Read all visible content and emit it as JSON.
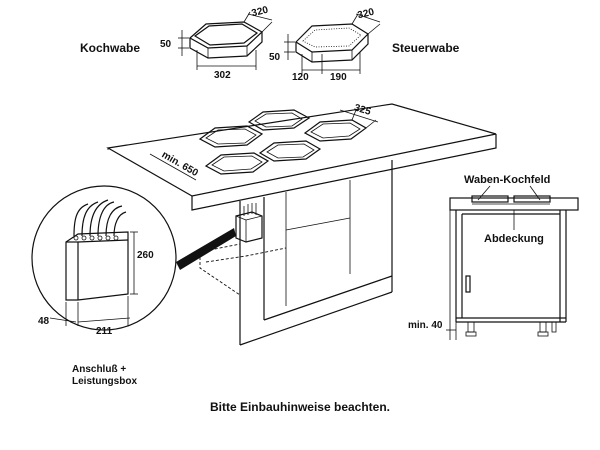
{
  "labels": {
    "kochwabe": "Kochwabe",
    "steuerwabe": "Steuerwabe",
    "waben_kochfeld": "Waben-Kochfeld",
    "abdeckung": "Abdeckung",
    "anschluss_line1": "Anschluß +",
    "anschluss_line2": "Leistungsbox"
  },
  "dimensions": {
    "kochwabe_width": "320",
    "kochwabe_height": "50",
    "kochwabe_depth": "302",
    "steuerwabe_width": "320",
    "steuerwabe_height": "50",
    "steuerwabe_a": "120",
    "steuerwabe_b": "190",
    "cutout_depth": "325",
    "min_650": "min. 650",
    "box_height": "260",
    "box_depth": "48",
    "box_width": "211",
    "min_40": "min. 40"
  },
  "note": "Bitte Einbauhinweise beachten."
}
